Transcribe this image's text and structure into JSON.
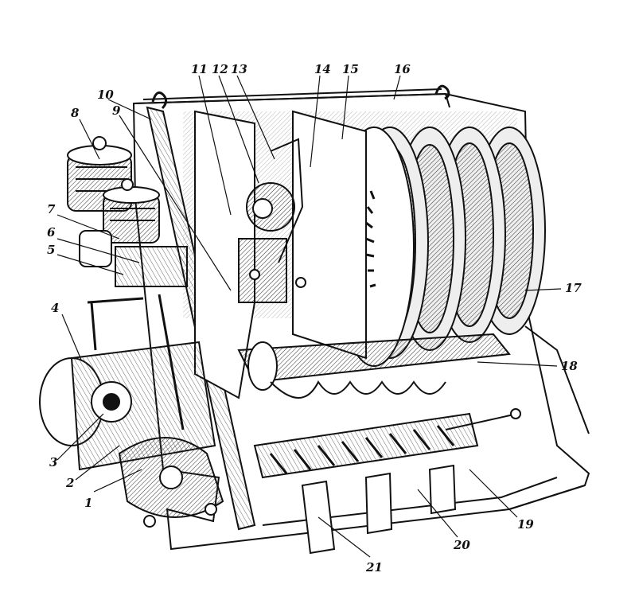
{
  "diagram": {
    "callouts": [
      {
        "id": "1",
        "label": "1"
      },
      {
        "id": "2",
        "label": "2"
      },
      {
        "id": "3",
        "label": "3"
      },
      {
        "id": "4",
        "label": "4"
      },
      {
        "id": "5",
        "label": "5"
      },
      {
        "id": "6",
        "label": "6"
      },
      {
        "id": "7",
        "label": "7"
      },
      {
        "id": "8",
        "label": "8"
      },
      {
        "id": "9",
        "label": "9"
      },
      {
        "id": "10",
        "label": "10"
      },
      {
        "id": "11",
        "label": "11"
      },
      {
        "id": "12",
        "label": "12"
      },
      {
        "id": "13",
        "label": "13"
      },
      {
        "id": "14",
        "label": "14"
      },
      {
        "id": "15",
        "label": "15"
      },
      {
        "id": "16",
        "label": "16"
      },
      {
        "id": "17",
        "label": "17"
      },
      {
        "id": "18",
        "label": "18"
      },
      {
        "id": "19",
        "label": "19"
      },
      {
        "id": "20",
        "label": "20"
      },
      {
        "id": "21",
        "label": "21"
      }
    ],
    "colors": {
      "ink": "#111111",
      "paper": "#ffffff",
      "hatch": "#333333"
    }
  }
}
